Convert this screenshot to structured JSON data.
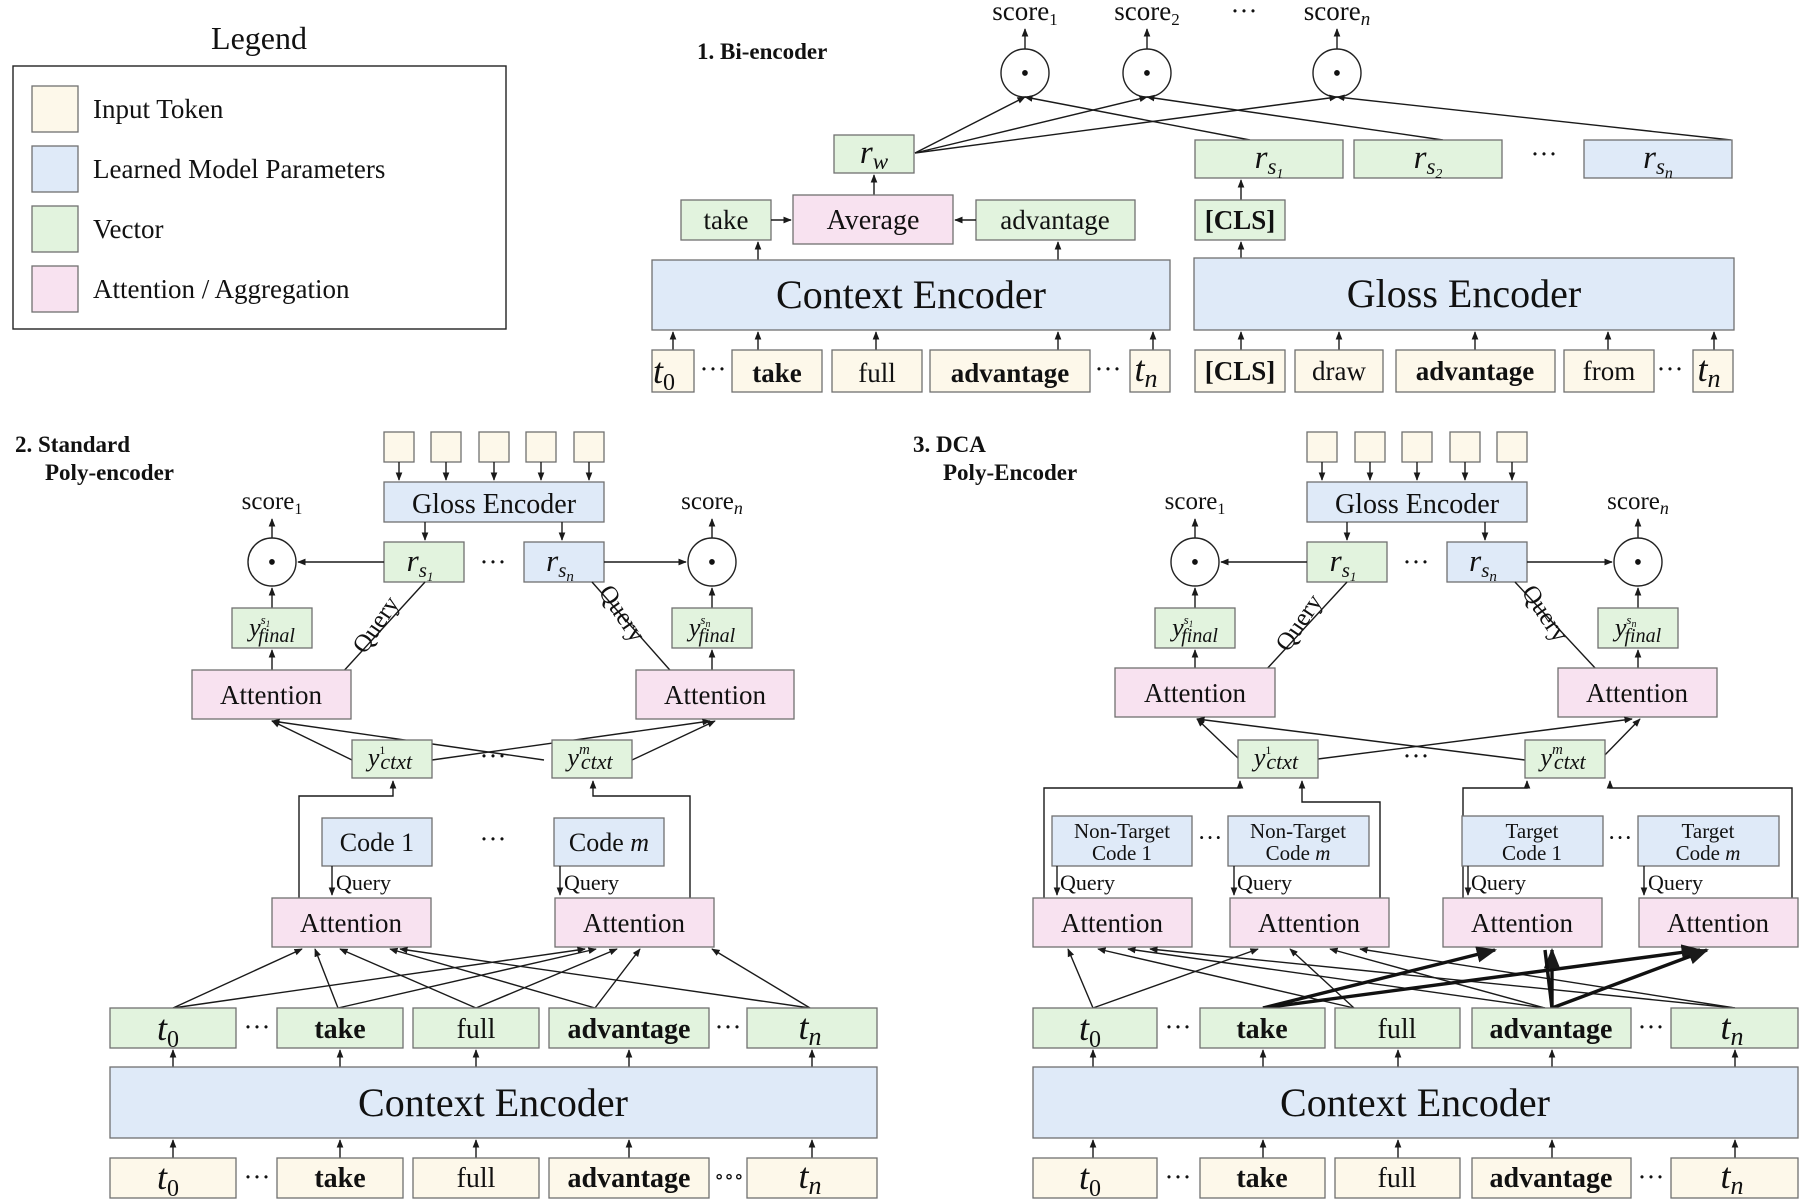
{
  "colors": {
    "input_token": "#fdf8ea",
    "learned_params": "#dfeaf8",
    "vector": "#e2f3de",
    "attention": "#f8e2f0",
    "border": "#707070"
  },
  "legend": {
    "title": "Legend",
    "items": [
      {
        "key": "input_token",
        "label": "Input Token"
      },
      {
        "key": "learned_params",
        "label": "Learned Model Parameters"
      },
      {
        "key": "vector",
        "label": "Vector"
      },
      {
        "key": "attention",
        "label": "Attention / Aggregation"
      }
    ]
  },
  "common": {
    "ellipsis": "···",
    "dots_small": "∘∘∘",
    "dot": "•",
    "score": "score",
    "sub_1": "1",
    "sub_n": "n",
    "sub_2": "2",
    "t": "t",
    "zero": "0",
    "r": "r",
    "s": "s",
    "w": "w",
    "y": "y",
    "sup_m": "m",
    "sup_1": "1",
    "final": "final",
    "ctxt": "ctxt",
    "take": "take",
    "full": "full",
    "advantage": "advantage",
    "query": "Query",
    "attention": "Attention",
    "cls": "[CLS]",
    "draw": "draw",
    "from": "from",
    "average": "Average",
    "context_encoder": "Context Encoder",
    "gloss_encoder": "Gloss Encoder",
    "code_1": "Code 1",
    "code": "Code",
    "non_target": "Non-Target",
    "target": "Target"
  },
  "panels": {
    "bi": {
      "title": "1. Bi-encoder"
    },
    "standard": {
      "title_line1": "2. Standard",
      "title_line2": "Poly-encoder"
    },
    "dca": {
      "title_line1": "3. DCA",
      "title_line2": "Poly-Encoder"
    }
  }
}
